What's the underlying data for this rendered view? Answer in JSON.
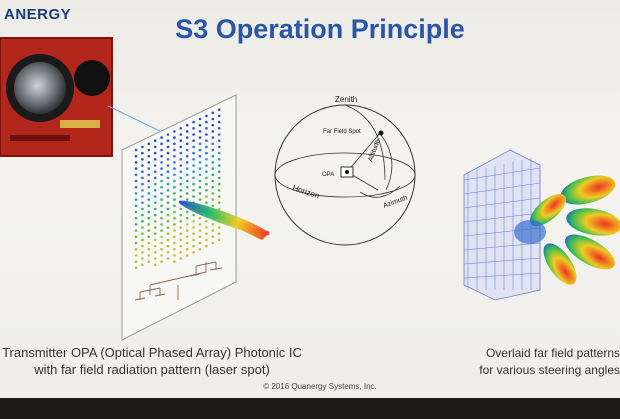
{
  "logo": {
    "text": "ANERGY"
  },
  "title": "S3 Operation Principle",
  "sphere": {
    "zenith": "Zenith",
    "far_field_spot": "Far Field Spot",
    "opa": "OPA",
    "horizon": "Horizon",
    "altitude": "Altitude",
    "azimuth": "Azimuth"
  },
  "caption_left": {
    "line1": "Transmitter OPA (Optical Phased Array) Photonic IC",
    "line2": "with far field radiation pattern (laser spot)"
  },
  "caption_right": {
    "line1": "Overlaid far field patterns",
    "line2": "for various steering angles"
  },
  "copyright": "© 2016 Quanergy Systems, Inc."
}
